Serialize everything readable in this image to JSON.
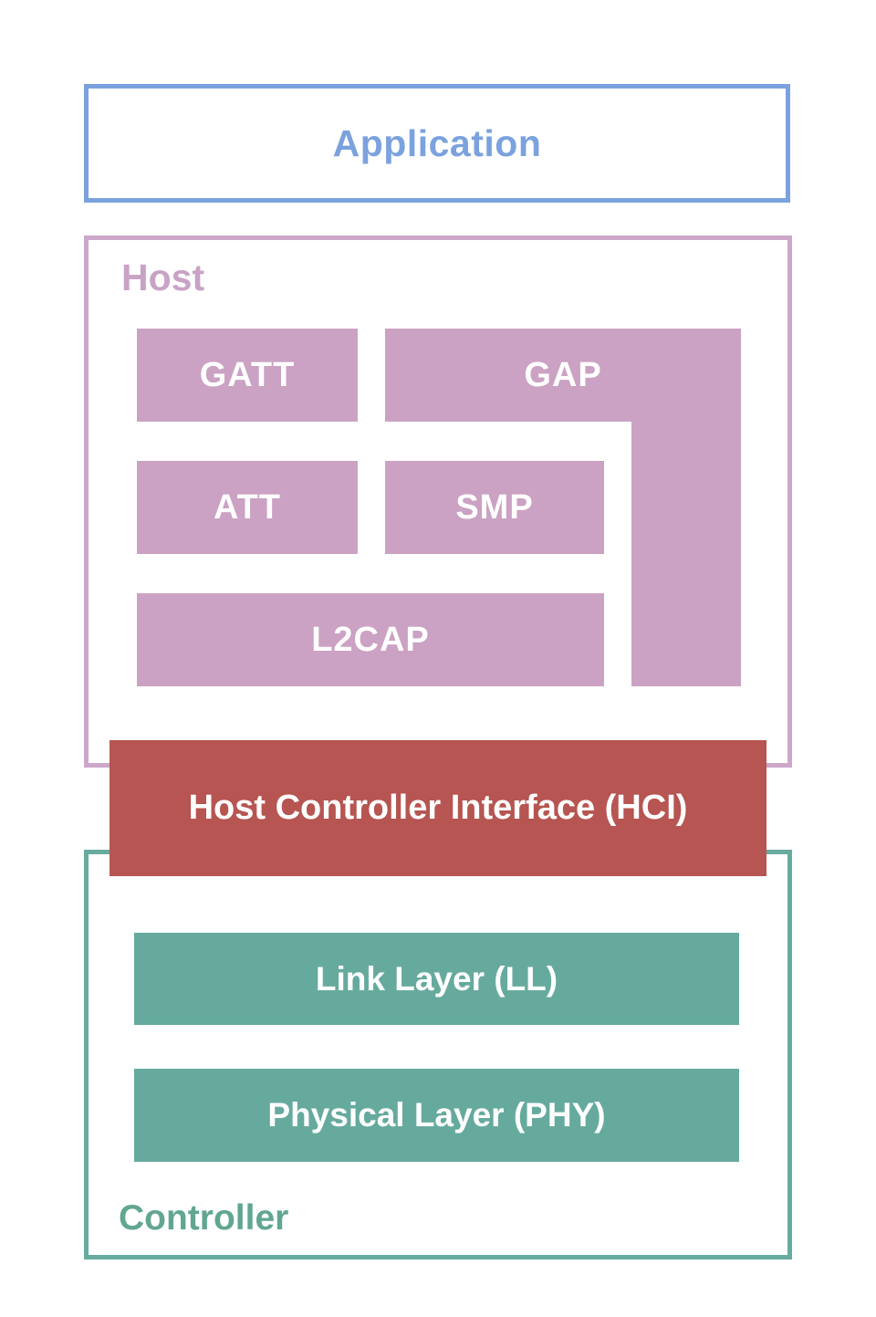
{
  "palette": {
    "application_blue": "#7ba2de",
    "host_block_pink": "#cba2c3",
    "host_border_pink": "#cda7ca",
    "host_label_pink": "#c9a3c6",
    "hci_red": "#b65551",
    "controller_block_teal": "#66aa9e",
    "controller_border_teal": "#67ab9f",
    "controller_label_teal": "#61a692",
    "block_text": "#ffffff"
  },
  "application": {
    "label": "Application"
  },
  "host": {
    "label": "Host",
    "blocks": {
      "gatt": "GATT",
      "gap": "GAP",
      "att": "ATT",
      "smp": "SMP",
      "l2cap": "L2CAP"
    }
  },
  "hci": {
    "label": "Host Controller Interface (HCI)"
  },
  "controller": {
    "label": "Controller",
    "blocks": {
      "link_layer": "Link Layer (LL)",
      "physical_layer": "Physical Layer (PHY)"
    }
  }
}
